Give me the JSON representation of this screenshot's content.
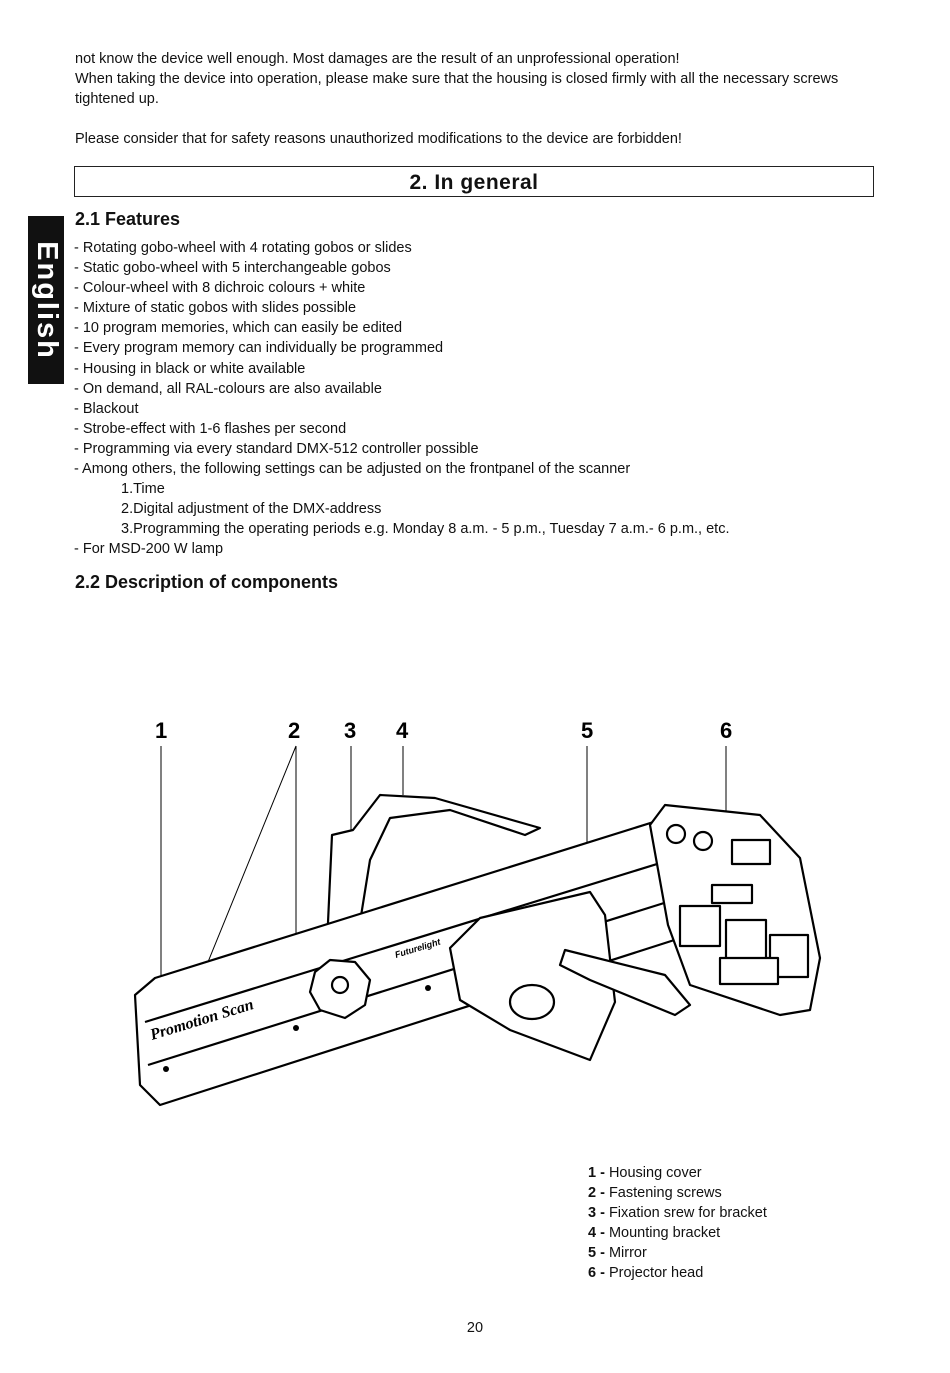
{
  "intro": {
    "line1": "not know the device well enough. Most damages are the result of an unprofessional operation!",
    "line2": "When taking the device into operation, please make sure that the housing is closed firmly with all the necessary screws tightened up.",
    "line3": "Please consider that for safety reasons unauthorized modifications to the device are forbidden!"
  },
  "section_title": "2. In general",
  "side_tab": "English",
  "features": {
    "heading": "2.1 Features",
    "items": [
      "- Rotating gobo-wheel with 4 rotating gobos or slides",
      "- Static gobo-wheel with 5 interchangeable gobos",
      "- Colour-wheel with 8 dichroic colours + white",
      "- Mixture of static gobos with slides possible",
      "- 10 program memories, which can easily be edited",
      "- Every program memory can individually be programmed",
      "- Housing in black or white available",
      "- On demand, all RAL-colours are also available",
      "- Blackout",
      "- Strobe-effect with 1-6 flashes per second",
      "- Programming via every standard DMX-512 controller possible",
      "- Among others, the following settings can be adjusted on the frontpanel of the scanner"
    ],
    "subitems": [
      "1.Time",
      "2.Digital adjustment of the DMX-address",
      "3.Programming the operating periods e.g. Monday 8 a.m. - 5 p.m., Tuesday 7 a.m.- 6 p.m., etc."
    ],
    "last_item": "- For MSD-200 W lamp"
  },
  "components": {
    "heading": "2.2 Description of components",
    "callouts": [
      "1",
      "2",
      "3",
      "4",
      "5",
      "6"
    ],
    "device_label": "Promotion Scan",
    "brand_label": "Futurelight",
    "legend": [
      {
        "num": "1 -",
        "text": "Housing cover"
      },
      {
        "num": "2 -",
        "text": "Fastening screws"
      },
      {
        "num": "3 -",
        "text": "Fixation srew for bracket"
      },
      {
        "num": "4 -",
        "text": "Mounting bracket"
      },
      {
        "num": "5 -",
        "text": "Mirror"
      },
      {
        "num": "6 -",
        "text": "Projector head"
      }
    ]
  },
  "page_number": "20"
}
